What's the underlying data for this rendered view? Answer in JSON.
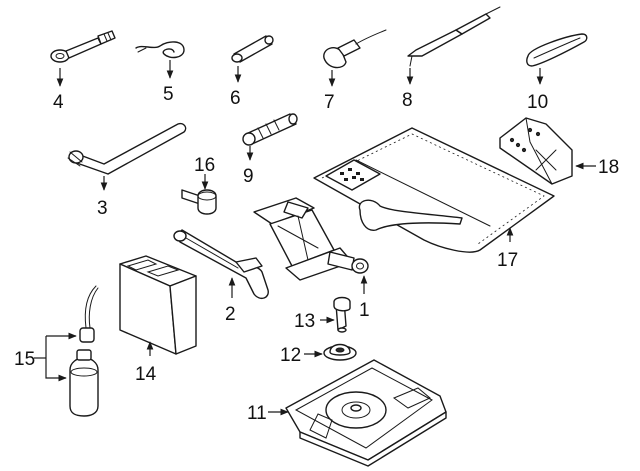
{
  "callouts": [
    "1",
    "2",
    "3",
    "4",
    "5",
    "6",
    "7",
    "8",
    "9",
    "10",
    "11",
    "12",
    "13",
    "14",
    "15",
    "16",
    "17",
    "18"
  ],
  "colors": {
    "line": "#1a1a1a",
    "background": "#ffffff"
  }
}
